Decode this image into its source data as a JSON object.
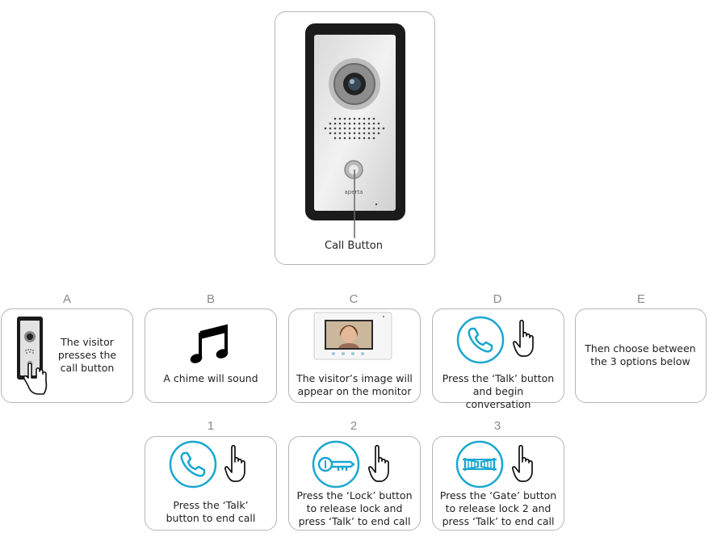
{
  "main": {
    "call_button_label": "Call Button",
    "brand_mark": "aperta"
  },
  "steps": [
    {
      "letter": "A",
      "text": "The visitor presses the call button"
    },
    {
      "letter": "B",
      "text": "A chime will sound"
    },
    {
      "letter": "C",
      "text": "The visitor’s image will appear on the monitor"
    },
    {
      "letter": "D",
      "text": "Press the ‘Talk’ button and begin conversation"
    },
    {
      "letter": "E",
      "text": "Then choose between the 3 options below"
    }
  ],
  "options": [
    {
      "number": "1",
      "text": "Press the ‘Talk’ button to end call",
      "icon": "phone-icon"
    },
    {
      "number": "2",
      "text": "Press the ‘Lock’ button to release lock and press ‘Talk’ to end call",
      "icon": "key-icon"
    },
    {
      "number": "3",
      "text": "Press the ‘Gate’ button to release lock 2 and press ‘Talk’ to end call",
      "icon": "gate-icon"
    }
  ],
  "colors": {
    "accent": "#1aa7d1",
    "border": "#b5b5b5",
    "label": "#8a8a8a"
  }
}
